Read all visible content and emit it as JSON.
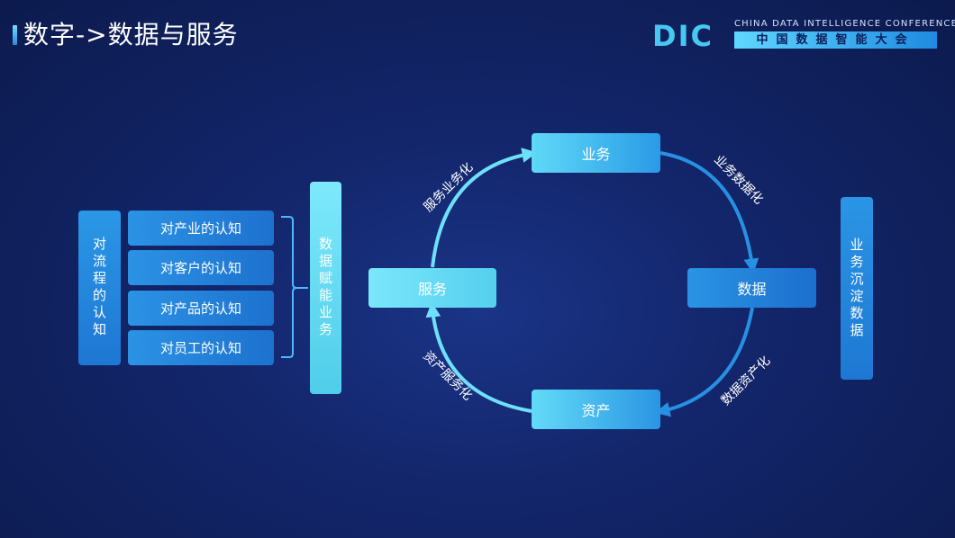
{
  "title": "数字->数据与服务",
  "logo": {
    "mark": "DIC",
    "english": "CHINA DATA INTELLIGENCE CONFERENCE",
    "chinese": "中国数据智能大会"
  },
  "left_group": {
    "main_label": "对流程的认知",
    "items": [
      "对产业的认知",
      "对客户的认知",
      "对产品的认知",
      "对员工的认知"
    ]
  },
  "empower_label": "数据赋能业务",
  "cycle": {
    "nodes": {
      "business": "业务",
      "data": "数据",
      "asset": "资产",
      "service": "服务"
    },
    "arrows": {
      "business_to_data": "业务数据化",
      "data_to_asset": "数据资产化",
      "asset_to_service": "资产服务化",
      "service_to_business": "服务业务化"
    }
  },
  "deposit_label": "业务沉淀数据",
  "colors": {
    "background": "#13266b",
    "accent_light": "#6fe2fb",
    "accent_dark": "#1e77d3"
  }
}
